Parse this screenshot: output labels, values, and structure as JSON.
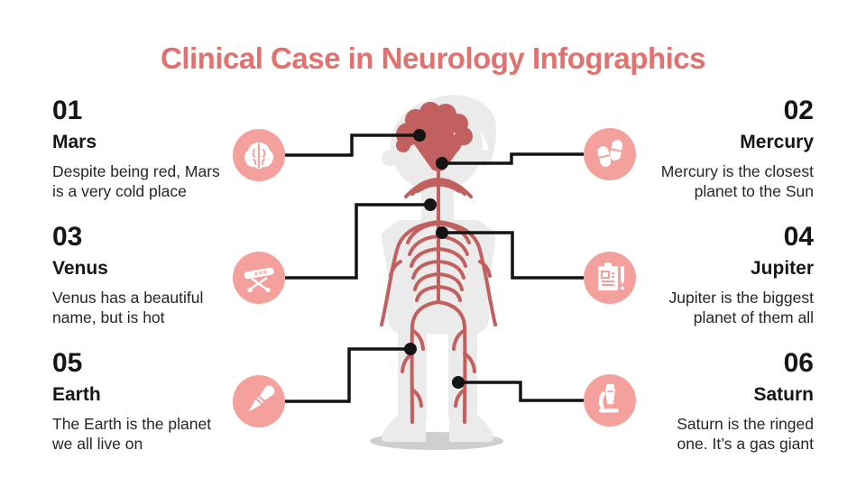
{
  "title": "Clinical Case in Neurology Infographics",
  "colors": {
    "background": "#FFFFFF",
    "title": "#E0726F",
    "chip": "#F4A09C",
    "nerve": "#C2605F",
    "body": "#EBEBEB",
    "body-shadow": "#CFCFCF",
    "connector": "#141414",
    "heading-text": "#161616",
    "desc-text": "#262626"
  },
  "illustration": {
    "name": "human-body-nervous-system"
  },
  "items": [
    {
      "number": "01",
      "name": "Mars",
      "icon": "brain-icon",
      "description": "Despite being red, Mars\nis a very cold place"
    },
    {
      "number": "02",
      "name": "Mercury",
      "icon": "pills-icon",
      "description": "Mercury is the closest\nplanet to the Sun"
    },
    {
      "number": "03",
      "name": "Venus",
      "icon": "stretcher-icon",
      "description": "Venus has a beautiful\nname, but is hot"
    },
    {
      "number": "04",
      "name": "Jupiter",
      "icon": "clipboard-icon",
      "description": "Jupiter is the biggest\nplanet of them all"
    },
    {
      "number": "05",
      "name": "Earth",
      "icon": "dropper-icon",
      "description": "The Earth is the planet\nwe all live on"
    },
    {
      "number": "06",
      "name": "Saturn",
      "icon": "microscope-icon",
      "description": "Saturn is the ringed\none. It’s a gas giant"
    }
  ]
}
